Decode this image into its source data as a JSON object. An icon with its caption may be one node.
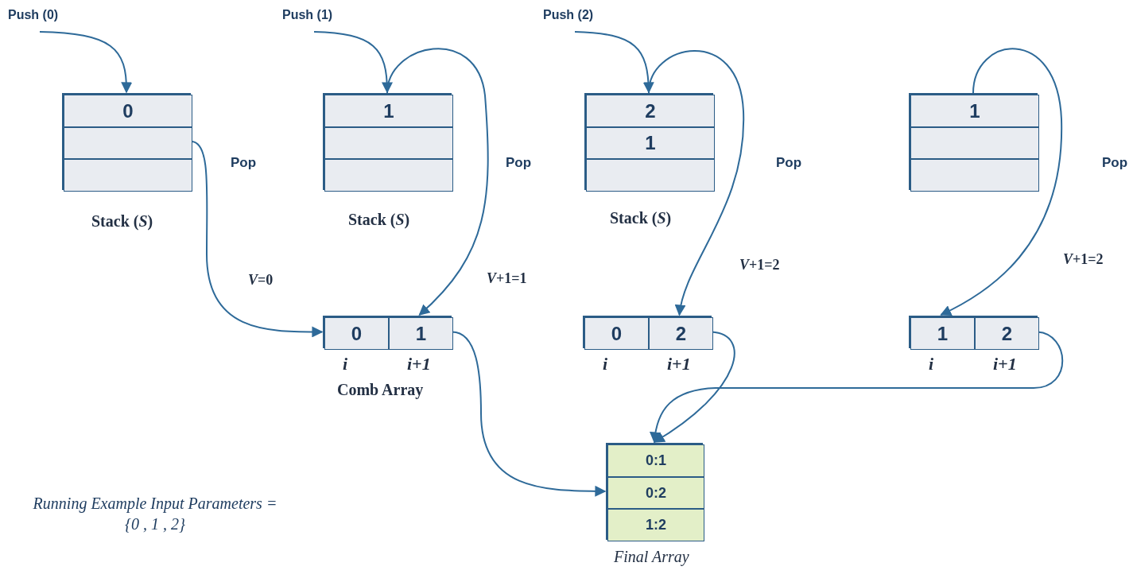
{
  "diagram": {
    "nodes": [
      {
        "text": [
          "Push (0)"
        ]
      },
      {
        "text": [],
        "shape": "box",
        "beside": [
          "Stack (*S*)"
        ]
      },
      {
        "text": [
          "0"
        ],
        "in": 1
      },
      {
        "text": [],
        "shape": "box",
        "in": 1
      },
      {
        "text": [],
        "shape": "box",
        "in": 1
      },
      {
        "text": [
          "Push (1)"
        ]
      },
      {
        "text": [],
        "shape": "box",
        "beside": [
          "Stack (*S*)"
        ]
      },
      {
        "text": [
          "1"
        ],
        "in": 6
      },
      {
        "text": [],
        "shape": "box",
        "in": 6
      },
      {
        "text": [],
        "shape": "box",
        "in": 6
      },
      {
        "text": [
          "Push (2)"
        ]
      },
      {
        "text": [],
        "shape": "box",
        "beside": [
          "Stack (*S*)"
        ]
      },
      {
        "text": [
          "2"
        ],
        "in": 11
      },
      {
        "text": [
          "1"
        ],
        "in": 11
      },
      {
        "text": [],
        "shape": "box",
        "in": 11
      },
      {
        "text": [],
        "shape": "box"
      },
      {
        "text": [
          "1"
        ],
        "in": 15
      },
      {
        "text": [],
        "shape": "box",
        "in": 15
      },
      {
        "text": [],
        "shape": "box",
        "in": 15
      },
      {
        "text": [],
        "shape": "box",
        "beside": [
          "Comb Array"
        ]
      },
      {
        "text": [
          "0"
        ],
        "in": 19,
        "beside": [
          "i"
        ]
      },
      {
        "text": [
          "1"
        ],
        "in": 19,
        "beside": [
          "i+1"
        ]
      },
      {
        "text": [],
        "shape": "box"
      },
      {
        "text": [
          "0"
        ],
        "in": 22,
        "beside": [
          "i"
        ]
      },
      {
        "text": [
          "2"
        ],
        "in": 22,
        "beside": [
          "i+1"
        ]
      },
      {
        "text": [],
        "shape": "box"
      },
      {
        "text": [
          "1"
        ],
        "in": 25,
        "beside": [
          "i"
        ]
      },
      {
        "text": [
          "2"
        ],
        "in": 25,
        "beside": [
          "i+1"
        ]
      },
      {
        "text": [],
        "shape": "box",
        "beside": [
          "Final Array"
        ]
      },
      {
        "text": [
          "0:1"
        ],
        "in": 28
      },
      {
        "text": [
          "0:2"
        ],
        "in": 28
      },
      {
        "text": [
          "1:2"
        ],
        "in": 28
      }
    ],
    "edges": [
      {
        "from": 0,
        "to": 2,
        "arrow": "to"
      },
      {
        "from": 3,
        "to": 20,
        "arrow": "to",
        "label": "*V*=0"
      },
      {
        "from": 5,
        "to": 7,
        "arrow": "to"
      },
      {
        "from": 7,
        "to": 21,
        "arrow": "to",
        "label": "*V*+1=1"
      },
      {
        "from": 10,
        "to": 12,
        "arrow": "to"
      },
      {
        "from": 12,
        "to": 24,
        "arrow": "to",
        "label": "*V*+1=2"
      },
      {
        "from": 16,
        "to": 26,
        "arrow": "to",
        "label": "*V*+1=2"
      },
      {
        "from": 21,
        "to": 30,
        "arrow": "to"
      },
      {
        "from": 24,
        "to": 28,
        "arrow": "to"
      },
      {
        "from": 27,
        "to": 28,
        "arrow": "to"
      }
    ],
    "labels": [
      "Pop",
      "Pop",
      "Pop",
      "Pop",
      "Running Example Input Parameters = {0 , 1 , 2}"
    ]
  }
}
